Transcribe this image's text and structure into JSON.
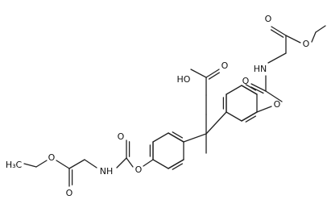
{
  "molecule": {
    "labels": {
      "o_carbonyl_top_right_ester": "O",
      "o_ester_top_right": "O",
      "nh_top": "HN",
      "o_carbonyl_top_carbamate": "O",
      "o_aryl_top": "O",
      "acid_oh": "HO",
      "acid_o_carbonyl": "O",
      "o_carbonyl_bottom_carbamate": "O",
      "o_aryl_bottom": "O",
      "nh_bottom": "NH",
      "o_ester_bottom": "O",
      "o_carbonyl_bottom_ester": "O",
      "h3c_left": "H₃C"
    }
  },
  "colors": {
    "bond": "#222222",
    "text": "#111111",
    "background": "#ffffff"
  }
}
